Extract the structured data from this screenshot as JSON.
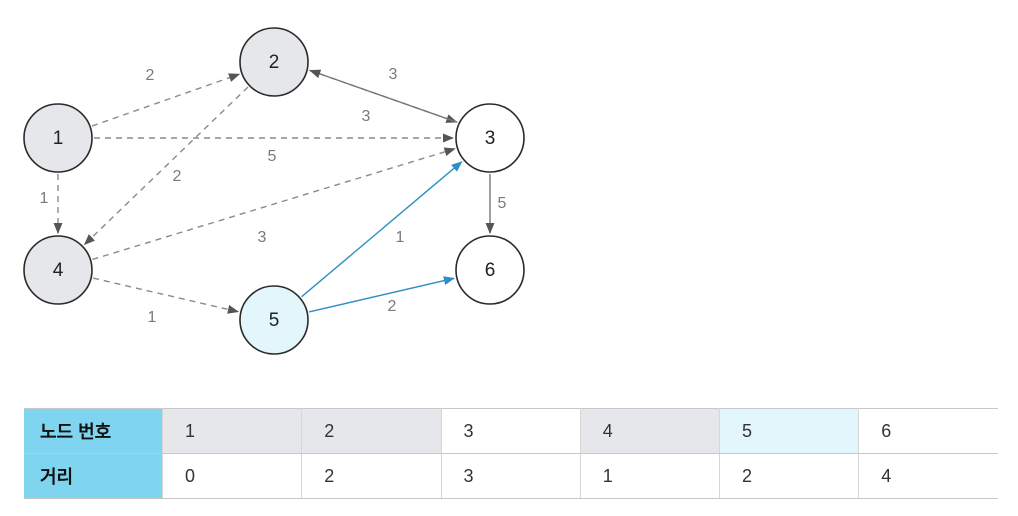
{
  "graph": {
    "nodes": [
      {
        "id": "1",
        "label": "1",
        "state": "visited"
      },
      {
        "id": "2",
        "label": "2",
        "state": "visited"
      },
      {
        "id": "3",
        "label": "3",
        "state": "unvisited"
      },
      {
        "id": "4",
        "label": "4",
        "state": "visited"
      },
      {
        "id": "5",
        "label": "5",
        "state": "current"
      },
      {
        "id": "6",
        "label": "6",
        "state": "unvisited"
      }
    ],
    "edges": [
      {
        "from": "1",
        "to": "2",
        "weight": "2",
        "style": "dashed"
      },
      {
        "from": "1",
        "to": "3",
        "weight": "5",
        "style": "dashed"
      },
      {
        "from": "1",
        "to": "4",
        "weight": "1",
        "style": "dashed"
      },
      {
        "from": "2",
        "to": "3",
        "weight": "3",
        "style": "dashed"
      },
      {
        "from": "2",
        "to": "4",
        "weight": "2",
        "style": "dashed"
      },
      {
        "from": "3",
        "to": "2",
        "weight": "3",
        "style": "solid"
      },
      {
        "from": "3",
        "to": "6",
        "weight": "5",
        "style": "solid"
      },
      {
        "from": "4",
        "to": "3",
        "weight": "3",
        "style": "dashed"
      },
      {
        "from": "4",
        "to": "5",
        "weight": "1",
        "style": "dashed"
      },
      {
        "from": "5",
        "to": "3",
        "weight": "1",
        "style": "active"
      },
      {
        "from": "5",
        "to": "6",
        "weight": "2",
        "style": "active"
      }
    ]
  },
  "colors": {
    "visited_fill": "#e6e7ea",
    "current_fill": "#e2f6fc",
    "unvisited_fill": "#ffffff",
    "active_edge": "#2e8fc4",
    "dashed_edge": "#8a8a8a",
    "solid_edge": "#777777",
    "table_header": "#7fd5f0"
  },
  "table": {
    "row_headers": [
      "노드 번호",
      "거리"
    ],
    "node_numbers": [
      "1",
      "2",
      "3",
      "4",
      "5",
      "6"
    ],
    "distances": [
      "0",
      "2",
      "3",
      "1",
      "2",
      "4"
    ]
  }
}
